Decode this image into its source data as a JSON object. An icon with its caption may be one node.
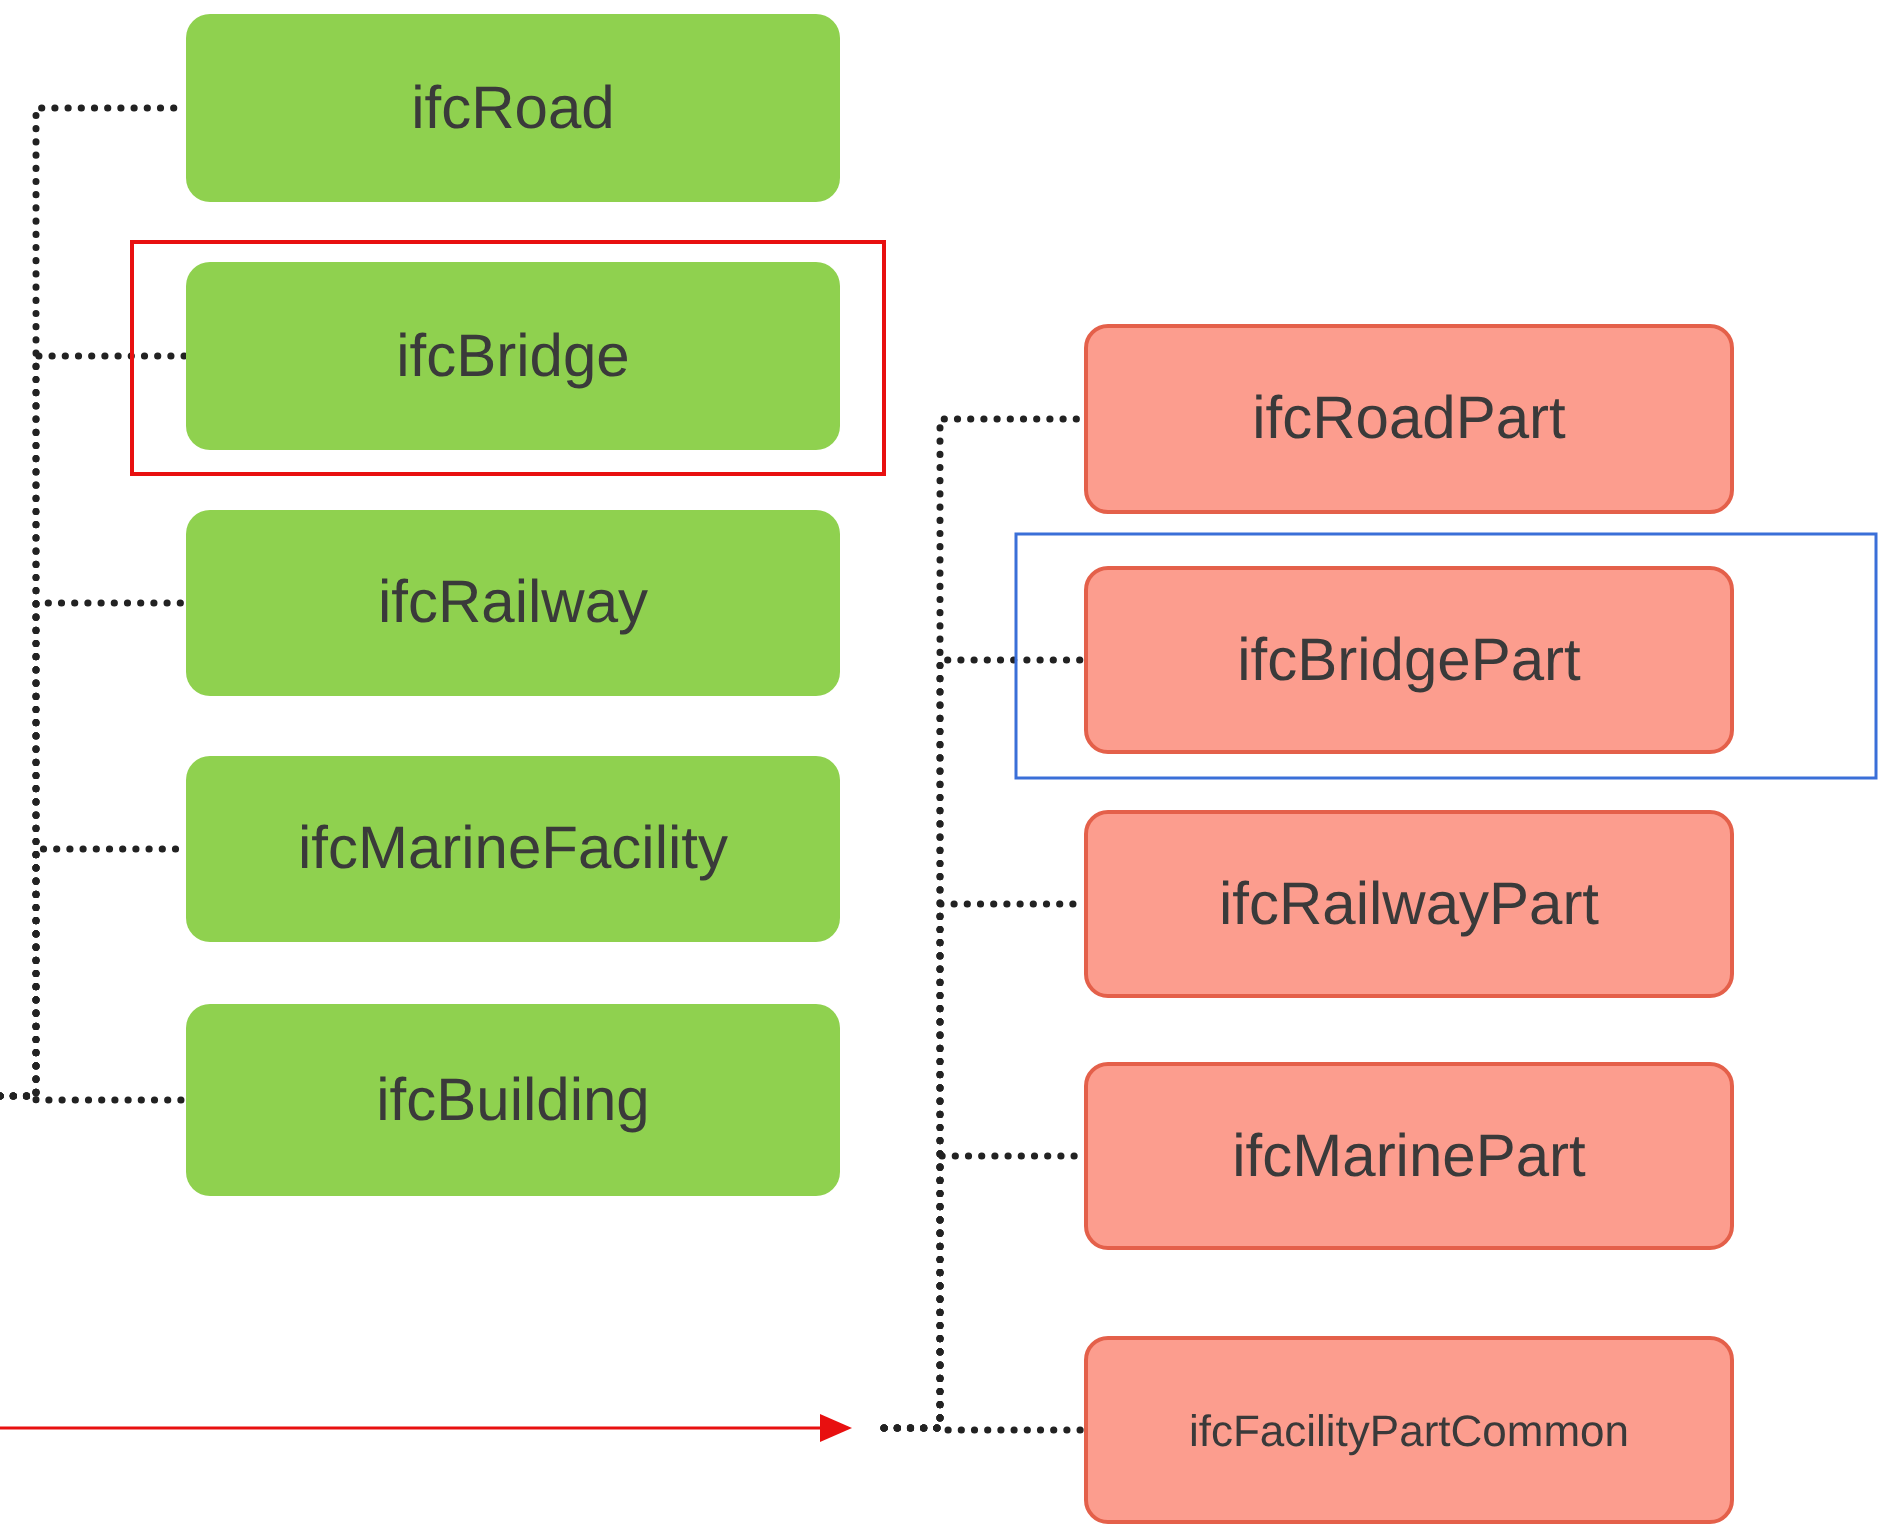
{
  "diagram": {
    "nodes": [
      {
        "text": [
          "ifcRoad"
        ]
      },
      {
        "text": [
          "ifcBridge"
        ]
      },
      {
        "text": [
          "ifcRailway"
        ]
      },
      {
        "text": [
          "ifcMarineFacility"
        ]
      },
      {
        "text": [
          "ifcBuilding"
        ]
      },
      {
        "text": [
          "ifcRoadPart"
        ]
      },
      {
        "text": [
          "ifcBridgePart"
        ]
      },
      {
        "text": [
          "ifcRailwayPart"
        ]
      },
      {
        "text": [
          "ifcMarinePart"
        ]
      },
      {
        "text": [
          "ifcFacilityPartCommon"
        ]
      }
    ],
    "edges": [
      {
        "from": null,
        "to": 0,
        "arrow": "none"
      },
      {
        "from": null,
        "to": 1,
        "arrow": "none"
      },
      {
        "from": null,
        "to": 2,
        "arrow": "none"
      },
      {
        "from": null,
        "to": 3,
        "arrow": "none"
      },
      {
        "from": null,
        "to": 4,
        "arrow": "none"
      },
      {
        "from": null,
        "to": 5,
        "arrow": "none"
      },
      {
        "from": null,
        "to": 6,
        "arrow": "none"
      },
      {
        "from": null,
        "to": 7,
        "arrow": "none"
      },
      {
        "from": null,
        "to": 8,
        "arrow": "none"
      },
      {
        "from": null,
        "to": 9,
        "arrow": "none"
      }
    ]
  }
}
